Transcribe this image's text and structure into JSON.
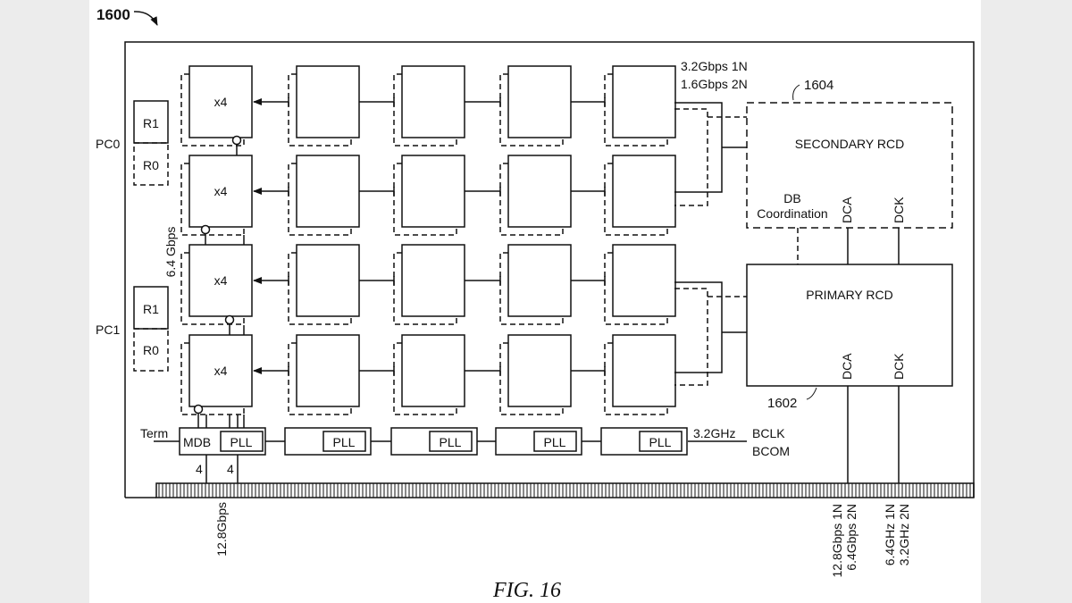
{
  "figure": {
    "ref_number": "1600",
    "caption": "FIG. 16"
  },
  "pseudo_channels": [
    {
      "label": "PC0",
      "ranks": [
        "R1",
        "R0"
      ]
    },
    {
      "label": "PC1",
      "ranks": [
        "R1",
        "R0"
      ]
    }
  ],
  "dram_grid": {
    "rows": 4,
    "columns": 5,
    "first_column_label": "x4"
  },
  "labels": {
    "dq_rate": "6.4 Gbps",
    "ca_rate_1n": "3.2Gbps 1N",
    "ca_rate_2n": "1.6Gbps 2N",
    "term": "Term",
    "mdb": "MDB",
    "pll": "PLL",
    "bus_width_a": "4",
    "bus_width_b": "4",
    "host_rate": "12.8Gbps",
    "bclk_freq": "3.2GHz",
    "bclk": "BCLK",
    "bcom": "BCOM",
    "dca_rate_1n": "12.8Gbps 1N",
    "dca_rate_2n": "6.4Gbps 2N",
    "dck_rate_1n": "6.4GHz 1N",
    "dck_rate_2n": "3.2GHz 2N"
  },
  "secondary_rcd": {
    "ref_number": "1604",
    "title": "SECONDARY RCD",
    "db_coordination_line1": "DB",
    "db_coordination_line2": "Coordination",
    "dca": "DCA",
    "dck": "DCK"
  },
  "primary_rcd": {
    "ref_number": "1602",
    "title": "PRIMARY RCD",
    "dca": "DCA",
    "dck": "DCK"
  },
  "colors": {
    "ink": "#111111",
    "paper": "#ffffff",
    "background": "#ececec"
  }
}
